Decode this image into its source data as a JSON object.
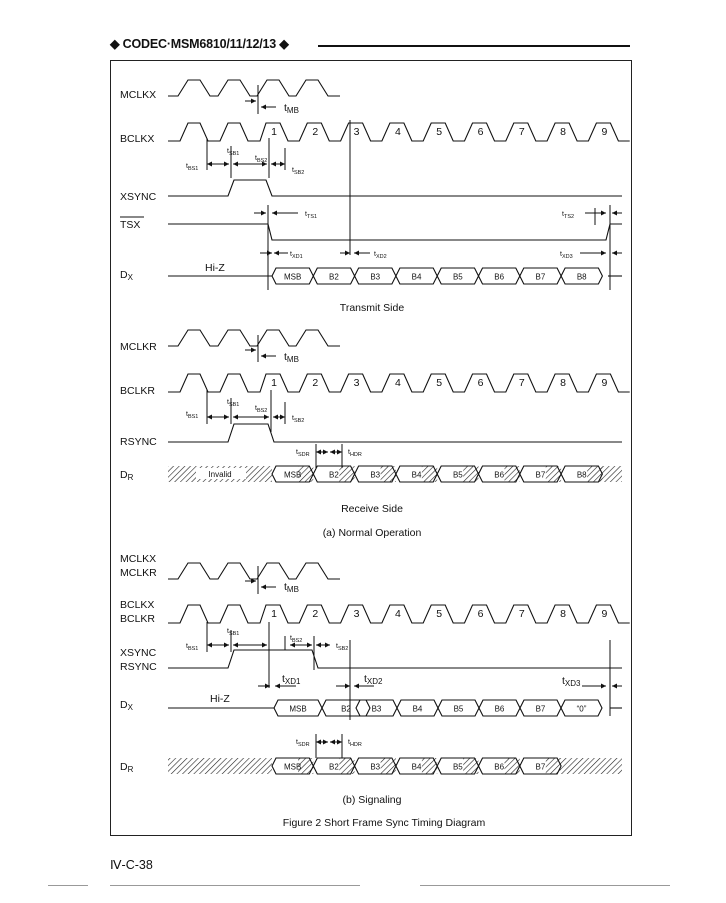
{
  "header": {
    "title": "◆ CODEC·MSM6810/11/12/13 ◆"
  },
  "page_number": "Ⅳ-C-38",
  "figure_caption": "Figure 2   Short Frame Sync Timing Diagram",
  "sections": {
    "transmit": {
      "caption": "Transmit Side"
    },
    "receive": {
      "caption": "Receive Side"
    },
    "normal": {
      "caption": "(a)  Normal Operation"
    },
    "signaling": {
      "caption": "(b)  Signaling"
    }
  },
  "signals": {
    "mclkx": "MCLKX",
    "bclkx": "BCLKX",
    "xsync": "XSYNC",
    "tsx": "TSX",
    "dx": "D",
    "mclkr": "MCLKR",
    "bclkr": "BCLKR",
    "rsync": "RSYNC",
    "dr": "D",
    "dx_sub": "X",
    "dr_sub": "R",
    "hiz": "Hi-Z",
    "invalid": "Invalid"
  },
  "clock_numbers": [
    "1",
    "2",
    "3",
    "4",
    "5",
    "6",
    "7",
    "8",
    "9"
  ],
  "bits_tx": [
    "MSB",
    "B2",
    "B3",
    "B4",
    "B5",
    "B6",
    "B7",
    "B8"
  ],
  "bits_rx": [
    "MSB",
    "B2",
    "B3",
    "B4",
    "B5",
    "B6",
    "B7",
    "B8"
  ],
  "bits_sig_tx": [
    "MSB",
    "B2",
    "B3",
    "B4",
    "B5",
    "B6",
    "B7",
    "“0”"
  ],
  "bits_sig_rx": [
    "MSB",
    "B2",
    "B3",
    "B4",
    "B5",
    "B6",
    "B7"
  ],
  "timing": {
    "tmb": "t",
    "tmb_sub": "MB",
    "tbs1": "tBS1",
    "tsb1": "tSB1",
    "tbs2": "tBS2",
    "tsb2": "tSB2",
    "tts1": "tTS1",
    "tts2": "tTS2",
    "txd1": "tXD1",
    "txd2": "tXD2",
    "txd3": "tXD3",
    "tsdr": "tSDR",
    "thdr": "tHDR"
  }
}
